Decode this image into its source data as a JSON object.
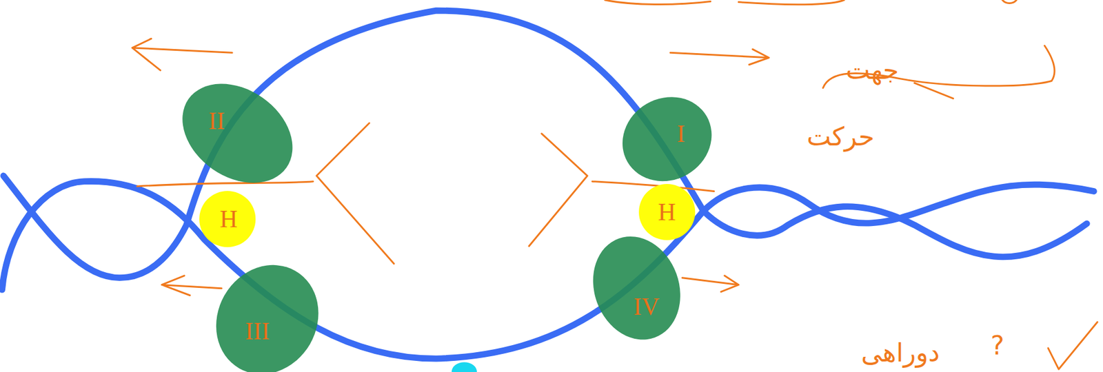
{
  "diagram": {
    "nodes": [
      {
        "text": [
          "II"
        ]
      },
      {
        "text": [
          "I"
        ]
      },
      {
        "text": [
          "H"
        ]
      },
      {
        "text": [
          "H"
        ]
      },
      {
        "text": [
          "III"
        ]
      },
      {
        "text": [
          "IV"
        ]
      }
    ],
    "labels": [
      "جهت",
      "حرکت",
      "دوراهی",
      "?"
    ]
  }
}
